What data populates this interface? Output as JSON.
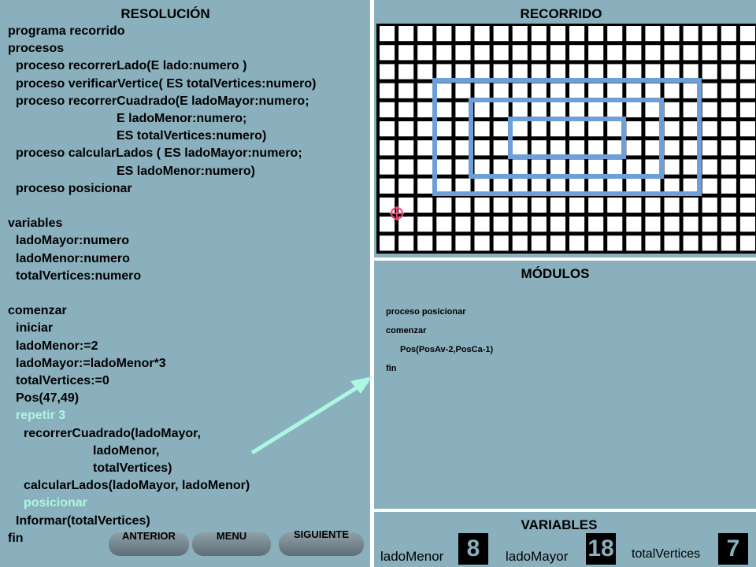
{
  "resolucion": {
    "title": "RESOLUCIÓN",
    "code": [
      {
        "text": "programa recorrido",
        "indent": 0,
        "hl": false
      },
      {
        "text": "procesos",
        "indent": 0,
        "hl": false
      },
      {
        "text": "proceso recorrerLado(E lado:numero )",
        "indent": 1,
        "hl": false
      },
      {
        "text": "proceso verificarVertice( ES totalVertices:numero)",
        "indent": 1,
        "hl": false
      },
      {
        "text": "proceso recorrerCuadrado(E ladoMayor:numero;",
        "indent": 1,
        "hl": false
      },
      {
        "text": "E ladoMenor:numero;",
        "indent": 6,
        "hl": false
      },
      {
        "text": "ES totalVertices:numero)",
        "indent": 6,
        "hl": false
      },
      {
        "text": "proceso calcularLados ( ES ladoMayor:numero;",
        "indent": 1,
        "hl": false
      },
      {
        "text": "ES ladoMenor:numero)",
        "indent": 6,
        "hl": false
      },
      {
        "text": "proceso posicionar",
        "indent": 1,
        "hl": false
      },
      {
        "text": "",
        "indent": 0,
        "hl": false
      },
      {
        "text": "variables",
        "indent": 0,
        "hl": false
      },
      {
        "text": "ladoMayor:numero",
        "indent": 1,
        "hl": false
      },
      {
        "text": "ladoMenor:numero",
        "indent": 1,
        "hl": false
      },
      {
        "text": "totalVertices:numero",
        "indent": 1,
        "hl": false
      },
      {
        "text": "",
        "indent": 0,
        "hl": false
      },
      {
        "text": "comenzar",
        "indent": 0,
        "hl": false
      },
      {
        "text": "iniciar",
        "indent": 1,
        "hl": false
      },
      {
        "text": "ladoMenor:=2",
        "indent": 1,
        "hl": false
      },
      {
        "text": "ladoMayor:=ladoMenor*3",
        "indent": 1,
        "hl": false
      },
      {
        "text": "totalVertices:=0",
        "indent": 1,
        "hl": false
      },
      {
        "text": "Pos(47,49)",
        "indent": 1,
        "hl": false
      },
      {
        "text": "repetir 3",
        "indent": 1,
        "hl": true
      },
      {
        "text": "recorrerCuadrado(ladoMayor,",
        "indent": 2,
        "hl": false
      },
      {
        "text": "ladoMenor,",
        "indent": 5,
        "hl": false
      },
      {
        "text": "totalVertices)",
        "indent": 5,
        "hl": false
      },
      {
        "text": "calcularLados(ladoMayor, ladoMenor)",
        "indent": 2,
        "hl": false
      },
      {
        "text": "posicionar",
        "indent": 2,
        "hl": true
      },
      {
        "text": "Informar(totalVertices)",
        "indent": 1,
        "hl": false
      },
      {
        "text": "fin",
        "indent": 0,
        "hl": false
      }
    ]
  },
  "recorrido": {
    "title": "RECORRIDO",
    "cols": 20,
    "rows": 12
  },
  "modulos": {
    "title": "MÓDULOS",
    "code": [
      {
        "text": "proceso posicionar",
        "indent": 0
      },
      {
        "text": "comenzar",
        "indent": 0
      },
      {
        "text": "Pos(PosAv-2,PosCa-1)",
        "indent": 1
      },
      {
        "text": "fin",
        "indent": 0
      }
    ]
  },
  "variables": {
    "title": "VARIABLES",
    "ladoMenor": {
      "label": "ladoMenor",
      "value": "8"
    },
    "ladoMayor": {
      "label": "ladoMayor",
      "value": "18"
    },
    "totalVertices": {
      "label": "totalVertices",
      "value": "7"
    }
  },
  "nav": {
    "anterior": "ANTERIOR",
    "menu": "MENU",
    "siguiente": "SIGUIENTE"
  },
  "colors": {
    "background": "#8ab0bd",
    "highlight": "#adf7e1",
    "square": "#6f9fd8",
    "robot": "#e9456e",
    "arrow": "#adf7e1"
  }
}
